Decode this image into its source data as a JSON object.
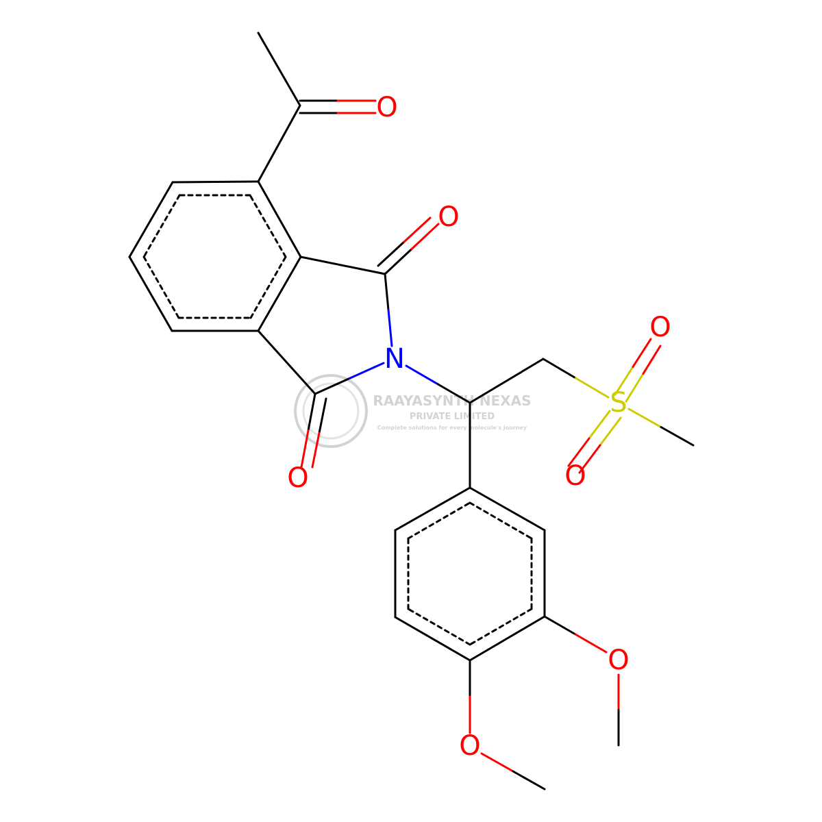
{
  "colors": {
    "bond": "#000000",
    "oxygen": "#ff0000",
    "nitrogen": "#0000ff",
    "sulfur": "#cccc00",
    "watermark": "#9aa39a"
  },
  "atom_labels": {
    "o_acetyl": "O",
    "o_imide_top": "O",
    "o_imide_bottom": "O",
    "n_imide": "N",
    "s_sulfone": "S",
    "o_sulfone_top": "O",
    "o_sulfone_bottom": "O",
    "o_methoxy_3": "O",
    "o_methoxy_4": "O"
  },
  "watermark": {
    "name": "RAAYASYNTH NEXAS",
    "subtitle": "PRIVATE LIMITED",
    "tagline": "Complete solutions for every molecule's journey"
  }
}
